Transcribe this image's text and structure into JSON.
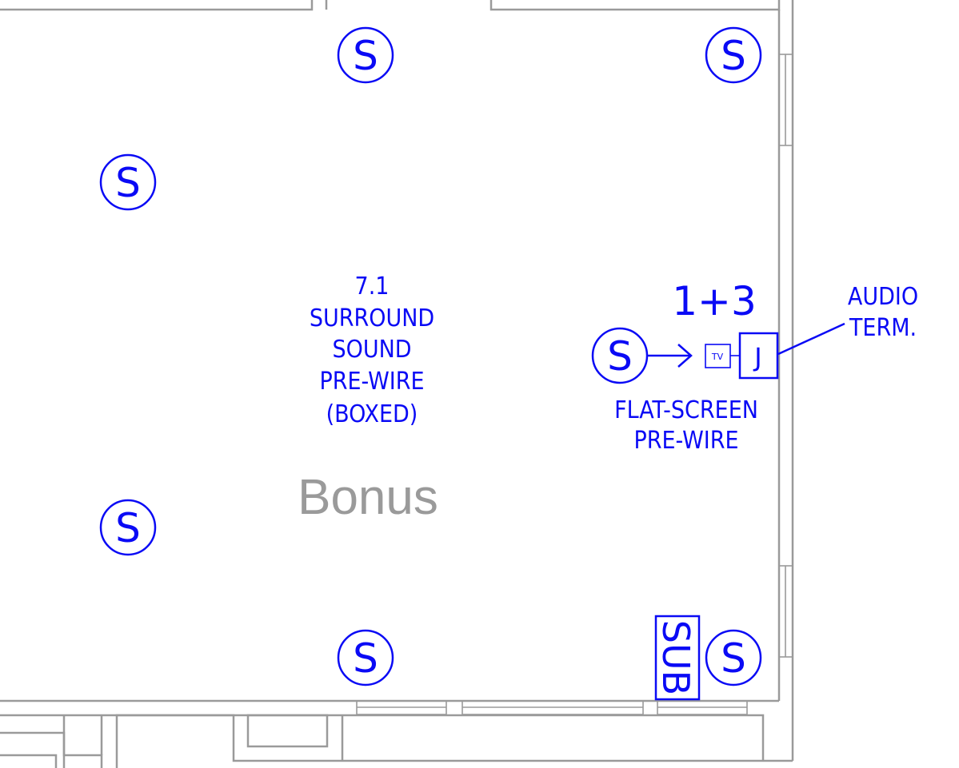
{
  "room": {
    "name": "Bonus"
  },
  "surround_note": [
    "7.1",
    "SURROUND",
    "SOUND",
    "PRE-WIRE",
    "(BOXED)"
  ],
  "tv_zone": {
    "count": "1+3",
    "tv": "TV",
    "jack": "J"
  },
  "flat_screen_note": [
    "FLAT-SCREEN",
    "PRE-WIRE"
  ],
  "audio_term_note": [
    "AUDIO",
    "TERM."
  ],
  "speaker_symbol": "S",
  "sub_label": "SUB",
  "colors": {
    "annotation": "#0a0af5",
    "wall": "#9a9a9a",
    "room_label": "#9a9a9a"
  }
}
